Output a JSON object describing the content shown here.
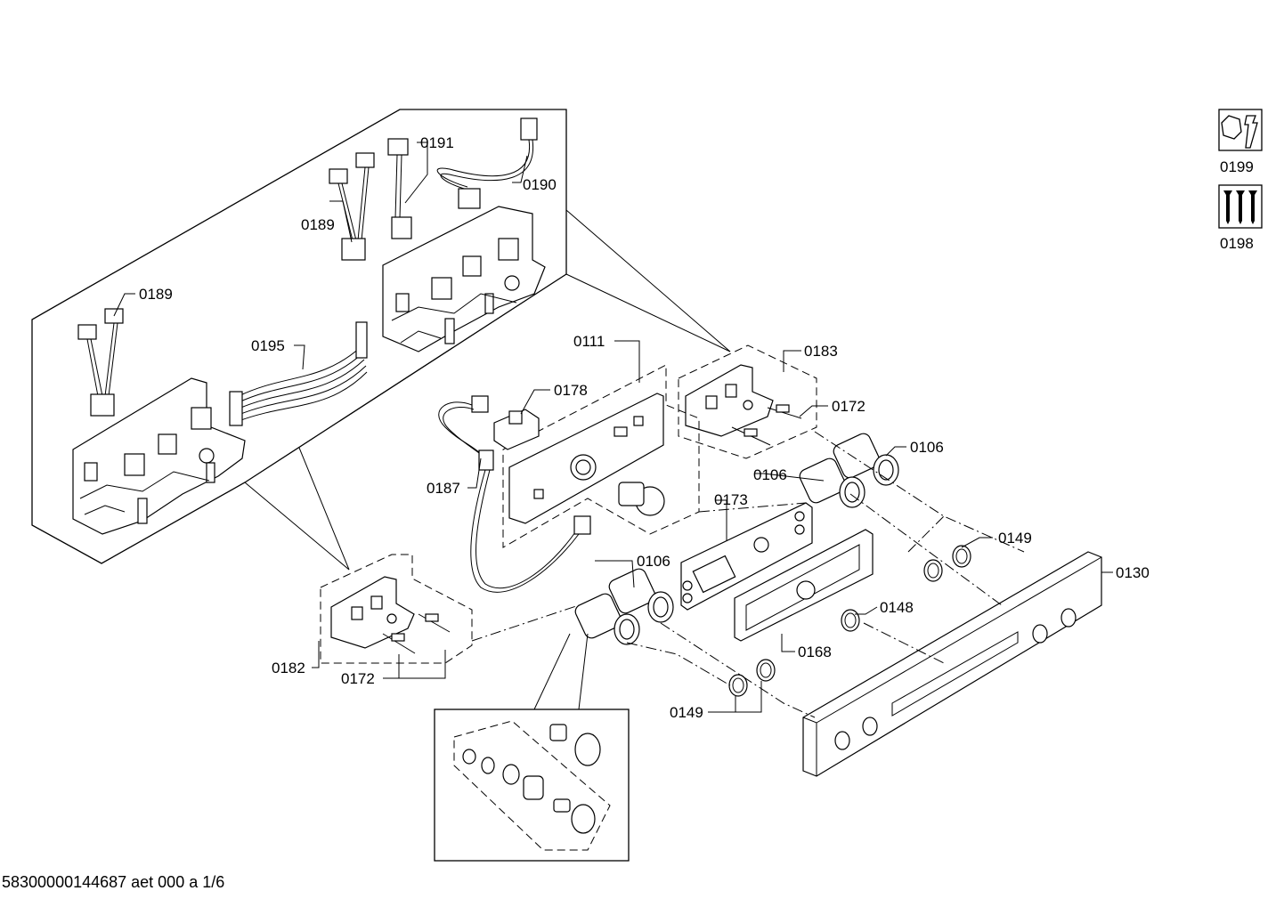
{
  "callouts": {
    "p0191": "0191",
    "p0190": "0190",
    "p0189a": "0189",
    "p0189b": "0189",
    "p0195": "0195",
    "p0111": "0111",
    "p0178": "0178",
    "p0183": "0183",
    "p0172a": "0172",
    "p0106a": "0106",
    "p0106b": "0106",
    "p0187": "0187",
    "p0173": "0173",
    "p0149a": "0149",
    "p0106c": "0106",
    "p0130": "0130",
    "p0148": "0148",
    "p0168": "0168",
    "p0182": "0182",
    "p0172b": "0172",
    "p0149b": "0149",
    "p0199": "0199",
    "p0198": "0198"
  },
  "footer": "58300000144687 aet 000 a 1/6",
  "icons": {
    "service_kit": "wrench-nut-icon",
    "screw_set": "screws-icon"
  }
}
